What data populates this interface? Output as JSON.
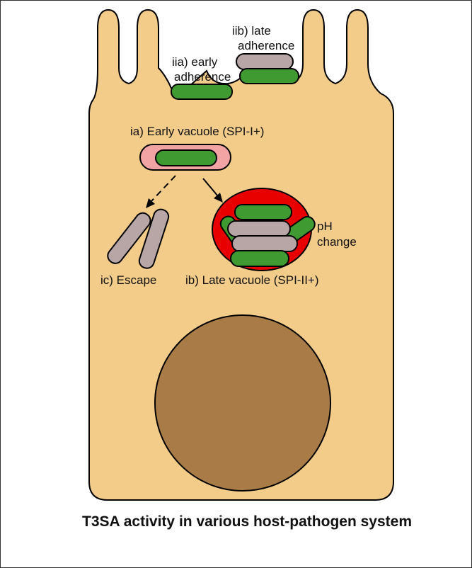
{
  "colors": {
    "cell_fill": "#f3cc8a",
    "outline": "#000000",
    "bacterium_green": "#3f9a31",
    "bacterium_grey": "#b8a6a6",
    "early_vacuole_fill": "#f2a3a3",
    "late_vacuole_fill": "#e80000",
    "nucleus_fill": "#a87b47"
  },
  "labels": {
    "iia_line1": "iia) early",
    "iia_line2": "adherence",
    "iib_line1": "iib) late",
    "iib_line2": "adherence",
    "ia": "ia) Early vacuole (SPI-I+)",
    "ic": "ic) Escape",
    "ib": "ib) Late vacuole (SPI-II+)",
    "ph_line1": "pH",
    "ph_line2": "change"
  },
  "caption": "T3SA activity in various host-pathogen system"
}
